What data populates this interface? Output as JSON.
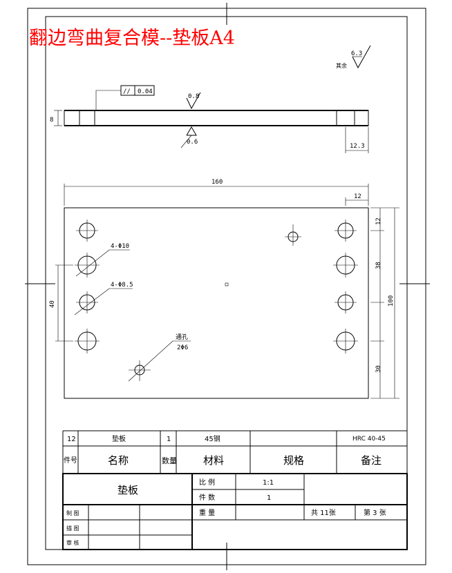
{
  "drawing": {
    "title": "翻边弯曲复合模--垫板A4",
    "surface_finish": {
      "value": "6.3",
      "note": "其余"
    },
    "parallelism": {
      "symbol": "//",
      "value": "0.04"
    },
    "section_view": {
      "thickness": "8",
      "roughness_top": "0.8",
      "roughness_bottom": "0.6",
      "step_width": "12.3"
    },
    "plan_view": {
      "overall_width": "160",
      "right_offset": "12",
      "overall_height": "100",
      "dim_top": "12",
      "dim_mid": "38",
      "dim_bottom": "30",
      "left_dim": "40",
      "hole_label_1": "4-Φ10",
      "hole_label_2": "4-Φ8.5",
      "thru_label": "通孔",
      "thru_size": "2Φ6"
    }
  },
  "bom": {
    "row": {
      "index": "12",
      "name": "垫板",
      "qty": "1",
      "material": "45钢",
      "spec": "",
      "note": "HRC 40-45"
    },
    "headers": {
      "index": "件号",
      "name": "名称",
      "qty": "数量",
      "material": "材料",
      "spec": "规格",
      "note": "备注"
    }
  },
  "title_block": {
    "part_name": "垫板",
    "scale_label": "比  例",
    "scale_value": "1:1",
    "count_label": "件  数",
    "count_value": "1",
    "weight_label": "重  量",
    "sheets_total": "共  11张",
    "sheet_no": "第  3  张",
    "drawn_label": "制  图",
    "traced_label": "描  图",
    "review_label": "审  核"
  }
}
